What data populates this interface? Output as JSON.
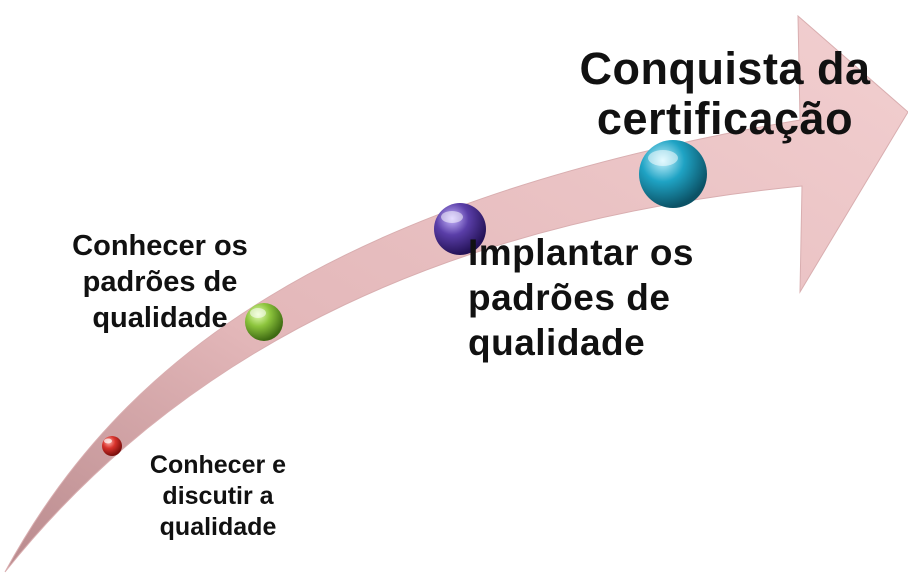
{
  "diagram": {
    "steps": [
      {
        "label": "Conhecer e\ndiscutir a\nqualidade",
        "color": "#c8201e"
      },
      {
        "label": "Conhecer os\npadrões de\nqualidade",
        "color": "#8cc43c"
      },
      {
        "label": "Implantar os\npadrões de\nqualidade",
        "color": "#5a3ea8"
      },
      {
        "label": "Conquista da\ncertificação",
        "color": "#1fa3c4"
      }
    ],
    "arrow_color": "#e8bfc0"
  }
}
